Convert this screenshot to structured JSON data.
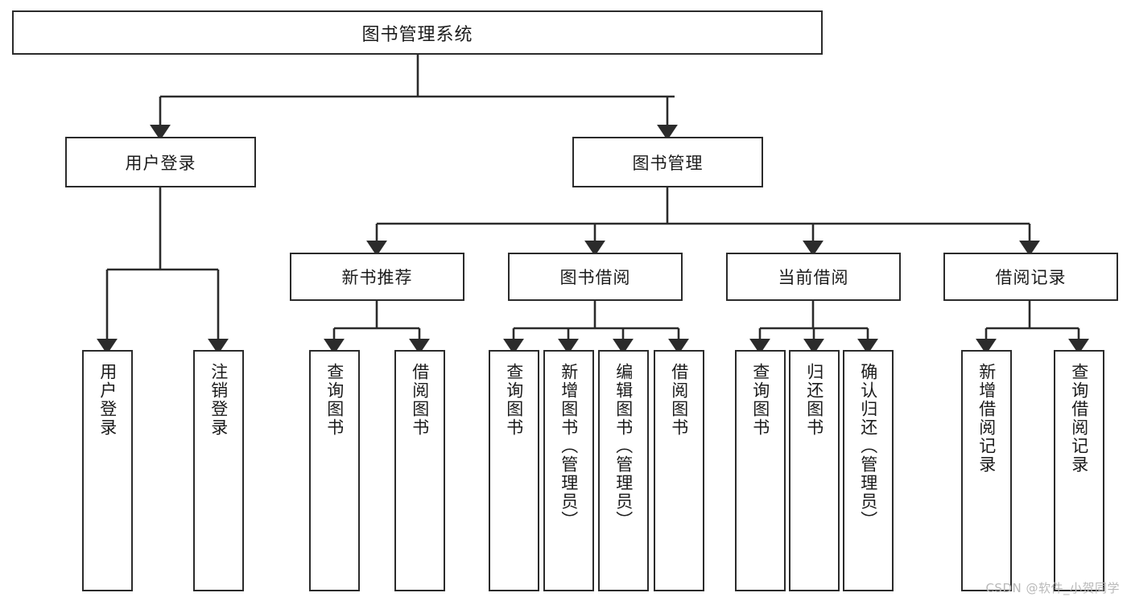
{
  "diagram": {
    "title": "图书管理系统",
    "type": "hierarchy-tree",
    "levels": 4,
    "root": {
      "label": "图书管理系统"
    },
    "level2": [
      {
        "label": "用户登录"
      },
      {
        "label": "图书管理"
      }
    ],
    "level3": [
      {
        "label": "新书推荐",
        "parent": "图书管理"
      },
      {
        "label": "图书借阅",
        "parent": "图书管理"
      },
      {
        "label": "当前借阅",
        "parent": "图书管理"
      },
      {
        "label": "借阅记录",
        "parent": "图书管理"
      }
    ],
    "leaves": {
      "user_login": [
        {
          "label": "用户登录"
        },
        {
          "label": "注销登录"
        }
      ],
      "new_book_recommend": [
        {
          "label": "查询图书"
        },
        {
          "label": "借阅图书"
        }
      ],
      "book_borrow": [
        {
          "label": "查询图书"
        },
        {
          "label": "新增图书（管理员）"
        },
        {
          "label": "编辑图书（管理员）"
        },
        {
          "label": "借阅图书"
        }
      ],
      "current_borrow": [
        {
          "label": "查询图书"
        },
        {
          "label": "归还图书"
        },
        {
          "label": "确认归还（管理员）"
        }
      ],
      "borrow_record": [
        {
          "label": "新增借阅记录"
        },
        {
          "label": "查询借阅记录"
        }
      ]
    }
  },
  "watermark": {
    "text": "CSDN @软件_小贺同学"
  },
  "colors": {
    "box_border": "#2b2b2b",
    "box_fill": "#ffffff",
    "line": "#2b2b2b",
    "text": "#1b1b1b",
    "watermark": "#b9b9b9",
    "background": "#ffffff"
  }
}
